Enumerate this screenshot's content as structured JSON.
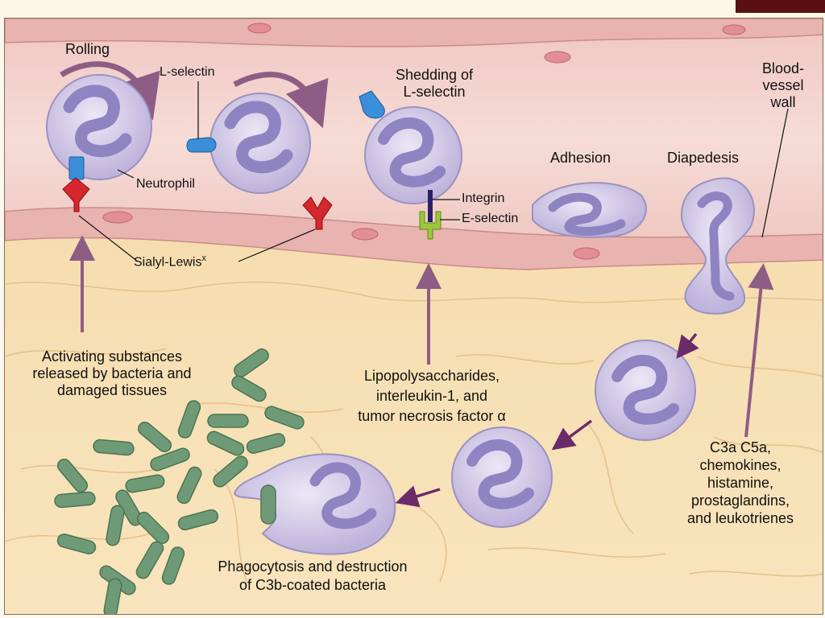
{
  "labels": {
    "rolling": "Rolling",
    "l_selectin": "L-selectin",
    "neutrophil": "Neutrophil",
    "sialyl_lewis": "Sialyl-Lewis",
    "sialyl_sup": "x",
    "shedding": [
      "Shedding of",
      "L-selectin"
    ],
    "integrin": "Integrin",
    "e_selectin": "E-selectin",
    "adhesion": "Adhesion",
    "diapedesis": "Diapedesis",
    "vessel_wall": [
      "Blood-",
      "vessel",
      "wall"
    ],
    "activating": [
      "Activating substances",
      "released by bacteria and",
      "damaged tissues"
    ],
    "lps": [
      "Lipopolysaccharides,",
      "interleukin-1, and",
      "tumor necrosis factor α"
    ],
    "chemo": [
      "C3a  C5a,",
      "chemokines,",
      "histamine,",
      "prostaglandins,",
      "and leukotrienes"
    ],
    "phago": [
      "Phagocytosis and destruction",
      "of C3b-coated bacteria"
    ]
  },
  "colors": {
    "vessel_lumen": "#f3d3cd",
    "vessel_wall": "#e8aeac",
    "tissue": "#f6dcb0",
    "neutrophil": "#cfc6e4",
    "nucleus": "#9a90c8",
    "bacteria": "#6f9a78",
    "arrow": "#8d5d85",
    "l_selectin": "#3b8fd8",
    "sialyl_lewis": "#d6262e",
    "integrin": "#2a2068",
    "e_selectin": "#9ac83a"
  }
}
